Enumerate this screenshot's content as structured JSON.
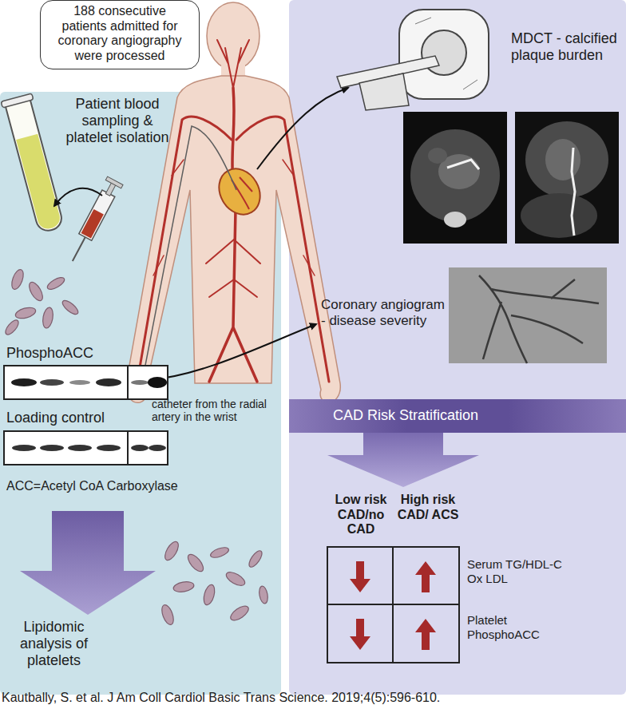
{
  "diagram": {
    "caption": "Kautbally, S. et al. J Am Coll Cardiol Basic Trans Science. 2019;4(5):596-610.",
    "nodes": [
      {
        "text": [
          "188 consecutive patients admitted for coronary angiography were processed"
        ]
      },
      {
        "text": [
          "Patient blood sampling & platelet isolation",
          "PhosphoACC",
          "Loading control",
          "ACC=Acetyl CoA Carboxylase",
          "Lipidomic analysis of platelets"
        ]
      },
      {
        "text": [
          "MDCT - calcified plaque burden",
          "Coronary angiogram - disease severity",
          "Low risk CAD/no CAD",
          "High risk CAD/ ACS",
          "Serum TG/HDL-C Ox LDL",
          "Platelet PhosphoACC"
        ]
      },
      {
        "text": [
          "CAD Risk Stratification"
        ],
        "in": 2
      }
    ],
    "labels": [
      "catheter from the radial artery in the wrist"
    ]
  }
}
